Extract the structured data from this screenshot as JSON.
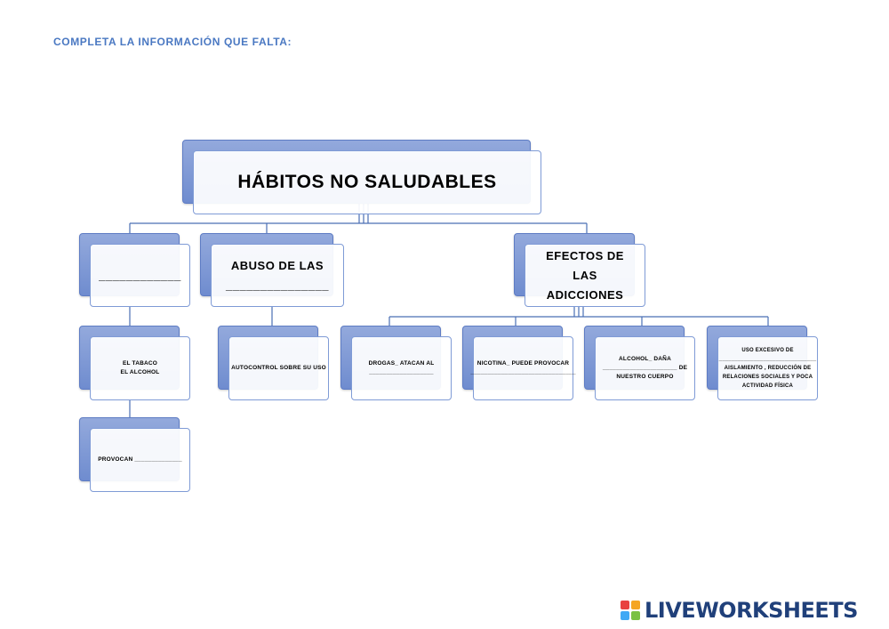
{
  "instruction": "COMPLETA LA INFORMACIÓN QUE FALTA:",
  "diagram": {
    "root": {
      "text": "HÁBITOS NO SALUDABLES"
    },
    "level1": {
      "blank": {
        "text": "____________"
      },
      "abuso": {
        "line1": "ABUSO DE LAS",
        "line2": "_______________"
      },
      "efectos": {
        "line1": "EFECTOS DE",
        "line2": "LAS",
        "line3": "ADICCIONES"
      }
    },
    "tabaco": {
      "line1": "EL TABACO",
      "line2": "EL ALCOHOL"
    },
    "provocan": {
      "text": "PROVOCAN ______________"
    },
    "autocontrol": {
      "text": "AUTOCONTROL SOBRE SU USO"
    },
    "drogas": {
      "line1": "DROGAS_ ATACAN AL",
      "line2": "___________________"
    },
    "nicotina": {
      "line1": "NICOTINA_ PUEDE PROVOCAR",
      "line2": "_______________________________"
    },
    "alcohol": {
      "line1": "ALCOHOL_ DAÑA",
      "line2": "______________________ DE",
      "line3": "NUESTRO CUERPO"
    },
    "uso": {
      "line1": "USO EXCESIVO DE",
      "line2": "_______________________________",
      "line3": "AISLAMIENTO , REDUCCIÓN DE",
      "line4": "RELACIONES SOCIALES Y POCA",
      "line5": "ACTIVIDAD FÍSICA"
    }
  },
  "logo": {
    "text": "LIVEWORKSHEETS",
    "icon": "liveworksheets-logo-icon",
    "icon_colors": [
      "#e8423f",
      "#f5a623",
      "#3fa9f5",
      "#7ac143"
    ],
    "text_color": "#20407a"
  },
  "colors": {
    "instruction": "#4a78c2",
    "node_back": "#7f98d4",
    "node_border": "#7f9bd6",
    "connector": "#4a6fb5"
  }
}
